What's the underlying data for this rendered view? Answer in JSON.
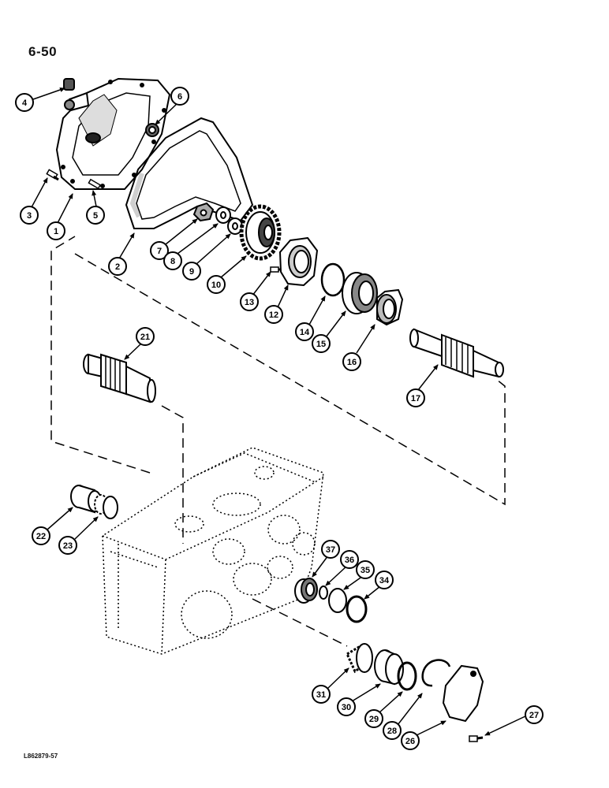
{
  "page": {
    "page_number": "6-50",
    "figure_code": "L862879-57"
  },
  "callouts": [
    {
      "id": "c4",
      "label": "4"
    },
    {
      "id": "c6",
      "label": "6"
    },
    {
      "id": "c3",
      "label": "3"
    },
    {
      "id": "c1",
      "label": "1"
    },
    {
      "id": "c5",
      "label": "5"
    },
    {
      "id": "c2",
      "label": "2"
    },
    {
      "id": "c7",
      "label": "7"
    },
    {
      "id": "c8",
      "label": "8"
    },
    {
      "id": "c9",
      "label": "9"
    },
    {
      "id": "c10",
      "label": "10"
    },
    {
      "id": "c13",
      "label": "13"
    },
    {
      "id": "c12",
      "label": "12"
    },
    {
      "id": "c14",
      "label": "14"
    },
    {
      "id": "c15",
      "label": "15"
    },
    {
      "id": "c16",
      "label": "16"
    },
    {
      "id": "c17",
      "label": "17"
    },
    {
      "id": "c21",
      "label": "21"
    },
    {
      "id": "c22",
      "label": "22"
    },
    {
      "id": "c23",
      "label": "23"
    },
    {
      "id": "c37",
      "label": "37"
    },
    {
      "id": "c36",
      "label": "36"
    },
    {
      "id": "c35",
      "label": "35"
    },
    {
      "id": "c34",
      "label": "34"
    },
    {
      "id": "c31",
      "label": "31"
    },
    {
      "id": "c30",
      "label": "30"
    },
    {
      "id": "c29",
      "label": "29"
    },
    {
      "id": "c28",
      "label": "28"
    },
    {
      "id": "c26",
      "label": "26"
    },
    {
      "id": "c27",
      "label": "27"
    }
  ]
}
